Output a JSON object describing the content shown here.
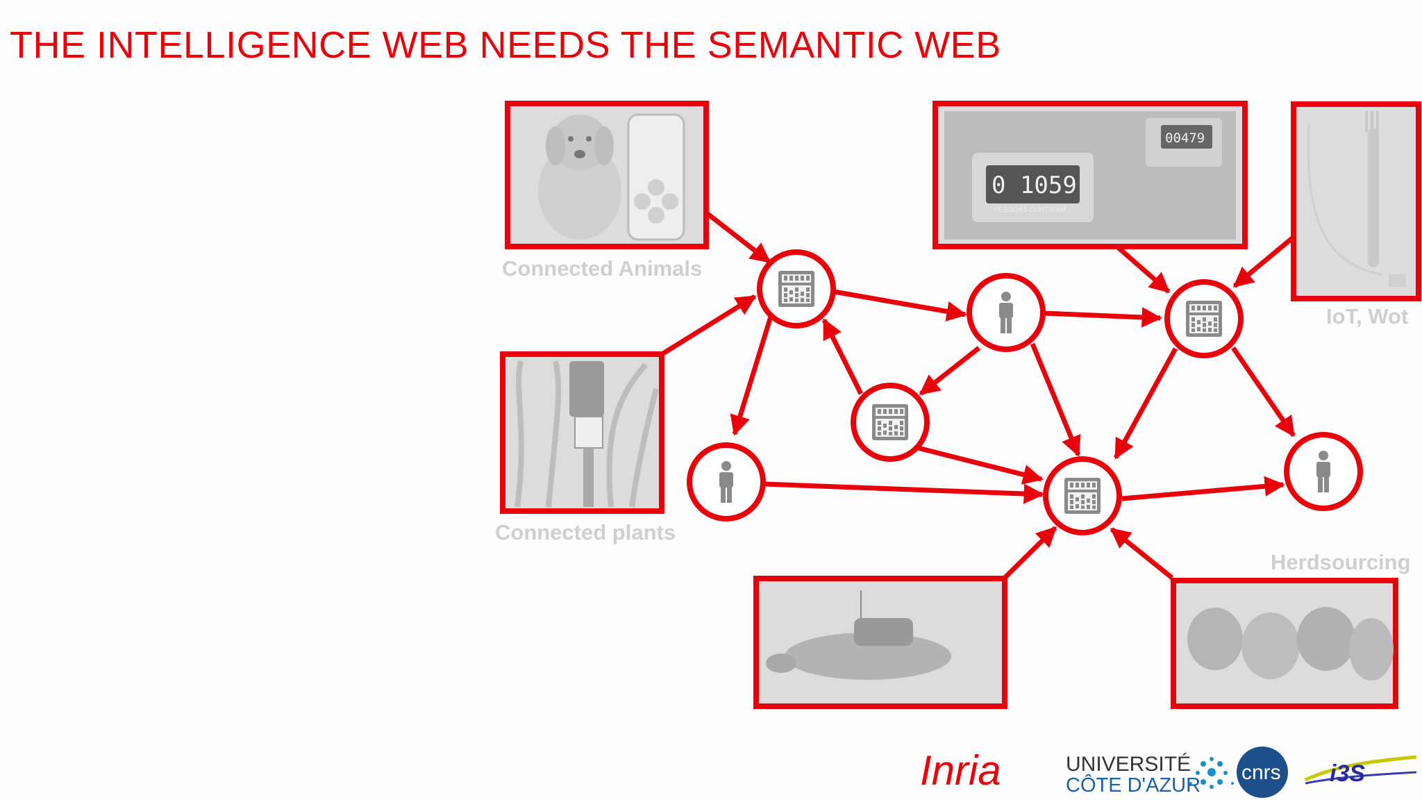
{
  "slide": {
    "title": "THE INTELLIGENCE WEB NEEDS THE SEMANTIC WEB"
  },
  "captions": {
    "animals": "Connected Animals",
    "plants": "Connected plants",
    "iot": "IoT, Wot",
    "herd": "Herdsourcing"
  },
  "counters": {
    "main": "0 1059",
    "small": "00479",
    "label": "PESSOAS CURTIRAM"
  },
  "logos": {
    "inria": "Inria",
    "universite_line1": "UNIVERSITÉ",
    "universite_line2": "CÔTE D'AZUR",
    "cnrs": "cnrs",
    "i3s": "i3S"
  },
  "colors": {
    "accent": "#e8000b",
    "caption_gray": "#cfcfcf",
    "icon_gray": "#8a8a8a"
  },
  "icons": {
    "machine": "abacus-icon",
    "human": "person-icon"
  }
}
